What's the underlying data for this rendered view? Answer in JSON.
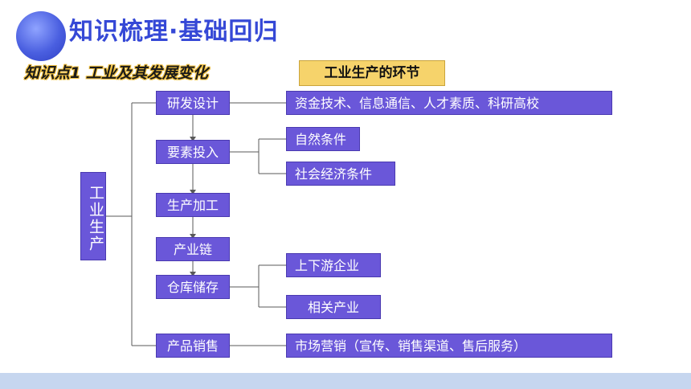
{
  "header": {
    "title": "知识梳理·基础回归"
  },
  "subtitle": "知识点1 工业及其发展变化",
  "topic": "工业生产的环节",
  "root": "工业生产",
  "stages": [
    {
      "label": "研发设计"
    },
    {
      "label": "要素投入"
    },
    {
      "label": "生产加工"
    },
    {
      "label": "产业链"
    },
    {
      "label": "仓库储存"
    },
    {
      "label": "产品销售"
    }
  ],
  "details": {
    "rnd": "资金技术、信息通信、人才素质、科研高校",
    "natural": "自然条件",
    "socioeconomic": "社会经济条件",
    "upstream": "上下游企业",
    "related": "相关产业",
    "marketing": "市场营销（宣传、销售渠道、售后服务）"
  },
  "colors": {
    "node": "#6a57d9",
    "header": "#3548d6",
    "topic_bg": "#f6d36b",
    "band": "#c6d6ef"
  }
}
